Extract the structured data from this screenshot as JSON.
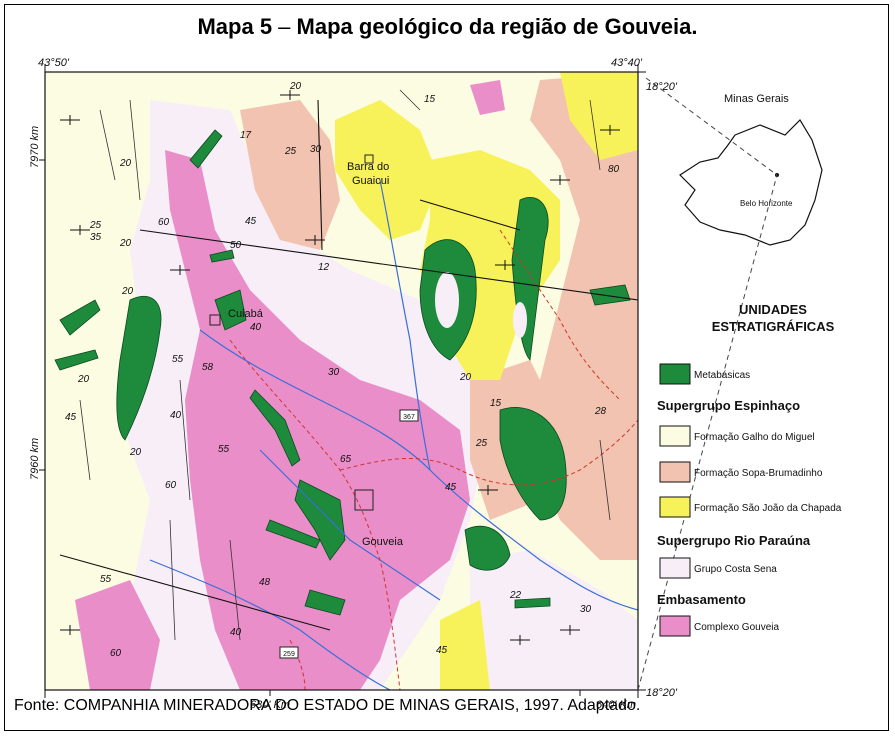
{
  "title": {
    "bold_part": "Mapa 5",
    "dash": " – ",
    "rest": "Mapa geológico da região de Gouveia."
  },
  "map": {
    "coords": {
      "top_left_lon": "43°50'",
      "top_right_lon": "43°40'",
      "top_right_lat": "18°20'",
      "bottom_right_lat": "18°20'",
      "left_km_top": "7970 km",
      "left_km_bottom": "7960 km",
      "bottom_km_left": "630' Km",
      "bottom_km_right": "640' Km"
    },
    "places": {
      "barra_do_guaicui_1": "Barra do",
      "barra_do_guaicui_2": "Guaicui",
      "cuiaba": "Cuiabá",
      "gouveia": "Gouveia"
    },
    "dip_values": [
      "20",
      "15",
      "17",
      "25",
      "30",
      "25",
      "35",
      "20",
      "60",
      "50",
      "45",
      "12",
      "20",
      "55",
      "40",
      "58",
      "20",
      "45",
      "30",
      "20",
      "15",
      "28",
      "25",
      "55",
      "65",
      "60",
      "20",
      "45",
      "48",
      "55",
      "40",
      "22",
      "30",
      "45",
      "60",
      "40",
      "20",
      "80"
    ],
    "road_labels": [
      "367",
      "259"
    ],
    "colors": {
      "metabasicas": "#1d8a3c",
      "galho_do_miguel": "#fcfce2",
      "sopa_brumadinho": "#f2c3b0",
      "sao_joao_da_chapada": "#f8f25a",
      "costa_sena": "#f7eef8",
      "complexo_gouveia": "#e98ec9"
    }
  },
  "inset": {
    "state": "Minas Gerais",
    "city": "Belo Horizonte"
  },
  "legend": {
    "title_line1": "UNIDADES",
    "title_line2": "ESTRATIGRÁFICAS",
    "metabasicas": "Metabásicas",
    "group_espinhaco": "Supergrupo Espinhaço",
    "galho_do_miguel": "Formação Galho do Miguel",
    "sopa_brumadinho": "Formação Sopa-Brumadinho",
    "sao_joao": "Formação São João da Chapada",
    "group_rio_parauna": "Supergrupo Rio Paraúna",
    "costa_sena": "Grupo Costa Sena",
    "group_embasamento": "Embasamento",
    "complexo_gouveia": "Complexo Gouveia"
  },
  "source": "Fonte: COMPANHIA MINERADORA DO ESTADO DE MINAS GERAIS, 1997. Adaptado."
}
